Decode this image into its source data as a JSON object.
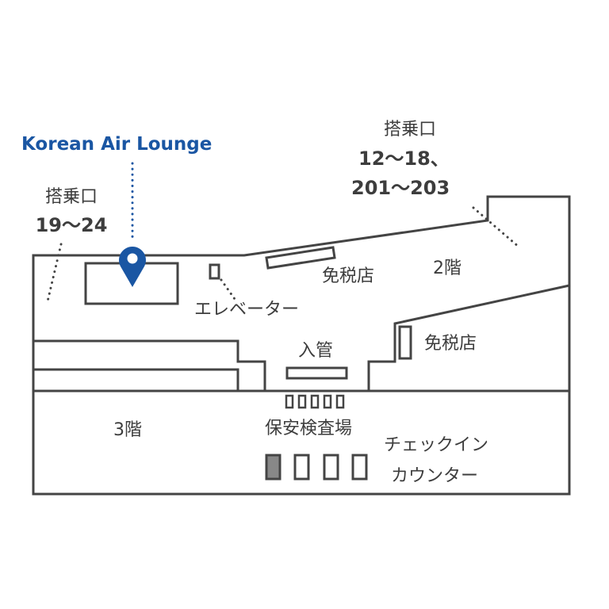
{
  "lounge": {
    "name": "Korean Air Lounge",
    "pin_icon": "map-pin-icon",
    "color": "#1a56a3"
  },
  "gates_left": {
    "label": "搭乗口",
    "numbers": "19～24"
  },
  "gates_right": {
    "label": "搭乗口",
    "numbers_line1": "12～18、",
    "numbers_line2": "201～203"
  },
  "floors": {
    "second": "2階",
    "third": "3階"
  },
  "areas": {
    "duty_free_1": "免税店",
    "duty_free_2": "免税店",
    "elevator": "エレベーター",
    "immigration": "入管",
    "security": "保安検査場",
    "checkin_line1": "チェックイン",
    "checkin_line2": "カウンター"
  },
  "colors": {
    "line": "#444444",
    "accent": "#1a56a3",
    "counter_fill": "#888888"
  }
}
